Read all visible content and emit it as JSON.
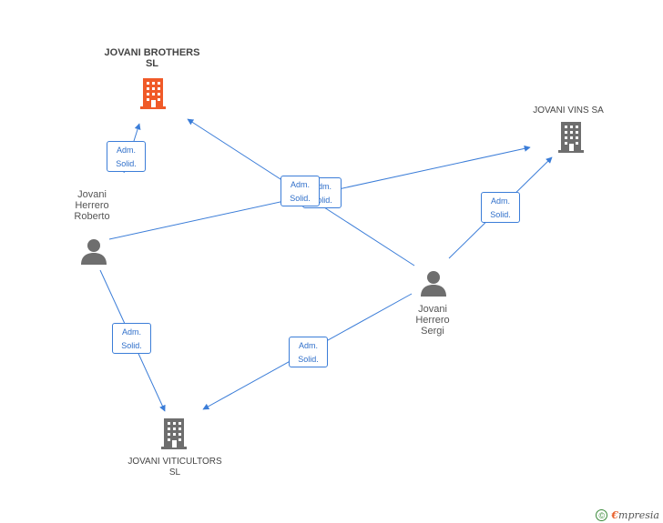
{
  "nodes": {
    "brothers": {
      "label": "JOVANI BROTHERS SL",
      "type": "company",
      "color": "#f05a28"
    },
    "vins": {
      "label": "JOVANI VINS SA",
      "type": "company",
      "color": "#6e6e6e"
    },
    "viticultors": {
      "label": "JOVANI VITICULTORS SL",
      "type": "company",
      "color": "#6e6e6e"
    },
    "roberto": {
      "label": "Jovani Herrero Roberto",
      "type": "person",
      "color": "#6e6e6e"
    },
    "sergi": {
      "label": "Jovani Herrero Sergi",
      "type": "person",
      "color": "#6e6e6e"
    }
  },
  "edges": [
    {
      "from": "roberto",
      "to": "brothers",
      "label_line1": "Adm.",
      "label_line2": "Solid."
    },
    {
      "from": "roberto",
      "to": "vins",
      "label_line1": "Adm.",
      "label_line2": "Solid."
    },
    {
      "from": "roberto",
      "to": "viticultors",
      "label_line1": "Adm.",
      "label_line2": "Solid."
    },
    {
      "from": "sergi",
      "to": "brothers",
      "label_line1": "Adm.",
      "label_line2": "Solid."
    },
    {
      "from": "sergi",
      "to": "vins",
      "label_line1": "Adm.",
      "label_line2": "Solid."
    },
    {
      "from": "sergi",
      "to": "viticultors",
      "label_line1": "Adm.",
      "label_line2": "Solid."
    }
  ],
  "colors": {
    "edge": "#3b7dd8",
    "accent": "#f05a28",
    "icon": "#6e6e6e"
  },
  "footer": {
    "copyright": "©",
    "brand_first": "€",
    "brand_rest": "mpresia"
  }
}
